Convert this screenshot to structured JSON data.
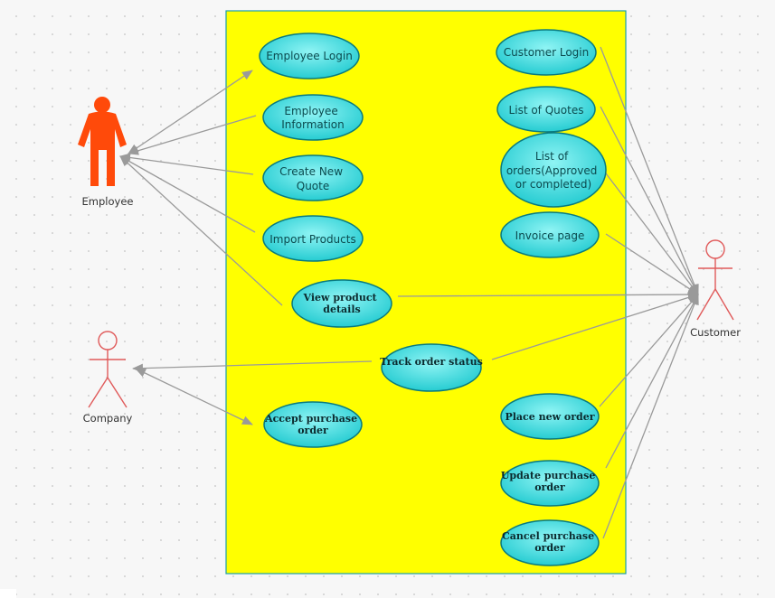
{
  "colors": {
    "boundary_fill": "#ffff00",
    "boundary_stroke": "#1a9fa8",
    "usecase_fill_light": "#7ff0f0",
    "usecase_fill_dark": "#1ec9cf",
    "usecase_stroke": "#0a7a7e",
    "employee_actor": "#ff4a0a",
    "stick_actor": "#e05a5a",
    "connector": "#9a9a9a"
  },
  "actors": {
    "employee": {
      "label": "Employee"
    },
    "company": {
      "label": "Company"
    },
    "customer": {
      "label": "Customer"
    }
  },
  "use_cases": {
    "employee_login": {
      "lines": [
        "Employee Login"
      ]
    },
    "employee_information": {
      "lines": [
        "Employee",
        "Information"
      ]
    },
    "create_new_quote": {
      "lines": [
        "Create New",
        "Quote"
      ]
    },
    "import_products": {
      "lines": [
        "Import Products"
      ]
    },
    "view_product_details": {
      "lines": [
        "View product",
        "details"
      ]
    },
    "customer_login": {
      "lines": [
        "Customer Login"
      ]
    },
    "list_of_quotes": {
      "lines": [
        "List of Quotes"
      ]
    },
    "list_of_orders": {
      "lines": [
        "List of",
        "orders(Approved",
        "or completed)"
      ]
    },
    "invoice_page": {
      "lines": [
        "Invoice page"
      ]
    },
    "track_order_status": {
      "lines": [
        "Track order status"
      ]
    },
    "accept_purchase_order": {
      "lines": [
        "Accept purchase",
        "order"
      ]
    },
    "place_new_order": {
      "lines": [
        "Place new order"
      ]
    },
    "update_purchase_order": {
      "lines": [
        "Update purchase",
        "order"
      ]
    },
    "cancel_purchase_order": {
      "lines": [
        "Cancel purchase",
        "order"
      ]
    }
  }
}
